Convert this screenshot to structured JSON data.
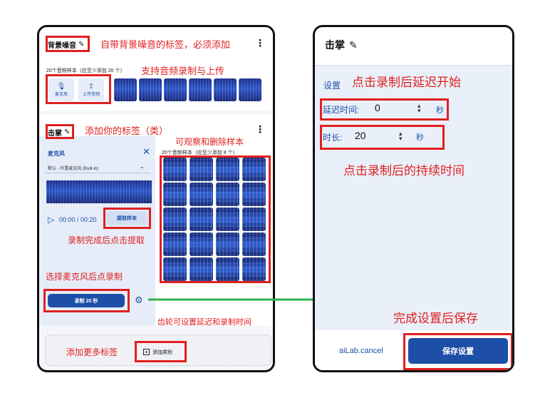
{
  "left_panel": {
    "bg_noise_tag": "背景噪音",
    "bg_noise_note": "自带背景噪音的标签，必须添加",
    "bg_samples_label": "20个音频样本（应至少添加 20 个）",
    "record_upload_note": "支持音频录制与上传",
    "mic_button_label": "麦克风",
    "upload_button_label": "上传音频",
    "clap_tag": "击掌",
    "add_label_note": "添加你的标签（类）",
    "view_delete_note": "可观察和删除样本",
    "clap_samples_label": "20个音频样本（应至少添加 8 个）",
    "mic_title": "麦克风",
    "mic_select": "默认 - 外置麦克风 (Built-in)",
    "playback_time": "00:00 / 00:20",
    "extract_button": "提取样本",
    "extract_note": "录制完成后点击提取",
    "select_mic_note": "选择麦克风后点录制",
    "record_button": "录制 20 秒",
    "gear_note": "齿轮可设置延迟和录制时间",
    "add_more_note": "添加更多标签",
    "add_class_button": "添加类别"
  },
  "right_panel": {
    "title": "击掌",
    "settings_label": "设置",
    "delay_note": "点击录制后延迟开始",
    "delay_label": "延迟时间:",
    "delay_value": "0",
    "delay_unit": "秒",
    "duration_label": "时长:",
    "duration_value": "20",
    "duration_unit": "秒",
    "duration_note": "点击录制后的持续时间",
    "save_note": "完成设置后保存",
    "cancel_label": "aiLab.cancel",
    "save_button": "保存设置"
  },
  "colors": {
    "accent": "#1d4fa6",
    "annotation": "#e02020",
    "arrow": "#2bb24c"
  }
}
